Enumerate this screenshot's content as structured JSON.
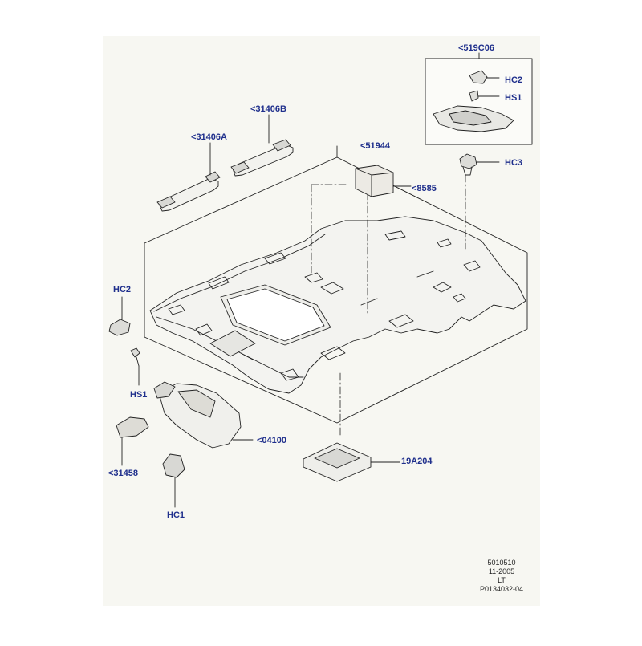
{
  "callouts": {
    "c519c06": "<519C06",
    "c31406b": "<31406B",
    "c31406a": "<31406A",
    "c51944": "<51944",
    "c8585": "<8585",
    "hc2_top": "HC2",
    "hs1_top": "HS1",
    "hc3": "HC3",
    "hc2_left": "HC2",
    "hs1_left": "HS1",
    "c04100": "<04100",
    "c31458": "<31458",
    "hc1": "HC1",
    "c19a204": "19A204"
  },
  "footer": {
    "line1": "5010510",
    "line2": "11-2005",
    "line3": "LT",
    "line4": "P0134032-04"
  },
  "colors": {
    "page_bg": "#f7f7f2",
    "callout_text": "#1f2f8c",
    "line": "#222222"
  }
}
